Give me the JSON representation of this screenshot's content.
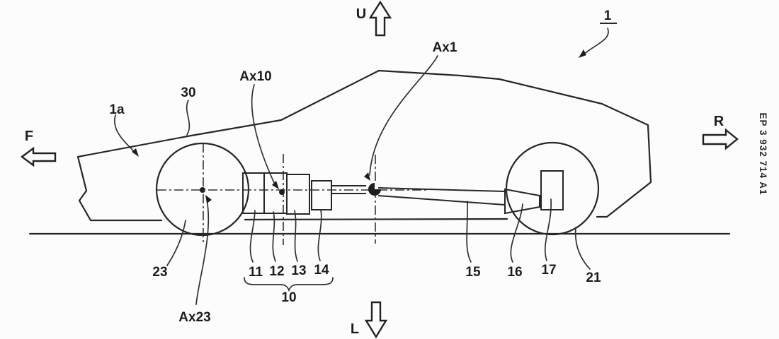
{
  "figure_labels": {
    "vehicle": "1",
    "vehicle_body": "1a",
    "hood": "30",
    "axis_ax1": "Ax1",
    "axis_ax10": "Ax10",
    "axis_ax23": "Ax23",
    "front_wheel": "23",
    "component_11": "11",
    "component_12": "12",
    "component_13": "13",
    "component_14": "14",
    "drive_unit": "10",
    "drive_shaft": "15",
    "component_16": "16",
    "component_17": "17",
    "rear_wheel": "21"
  },
  "direction_indicators": {
    "up": "U",
    "down": "L",
    "front": "F",
    "rear": "R"
  },
  "patent_number": "EP 3 932 714 A1"
}
